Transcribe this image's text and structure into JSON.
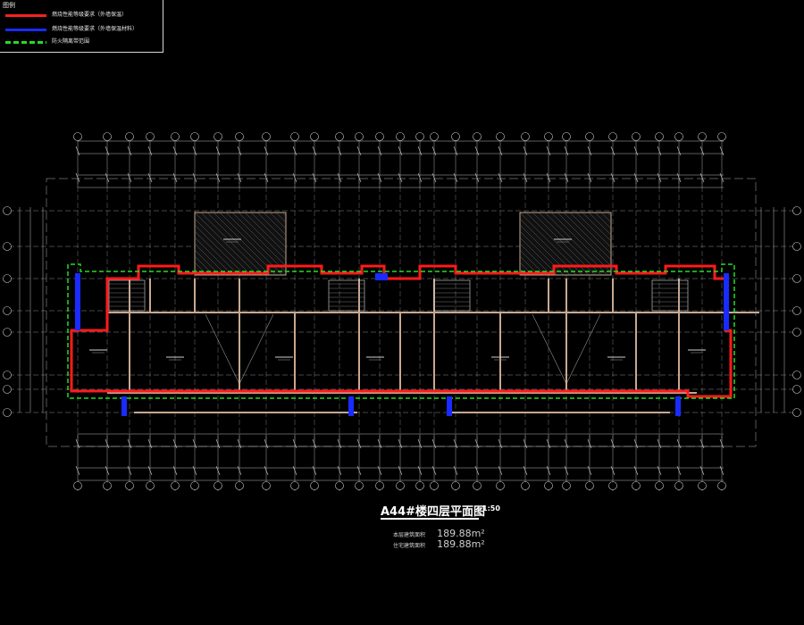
{
  "legend": {
    "title": "图例",
    "items": [
      {
        "text": "燃烧性能等级要求（外墙保温）",
        "color": "#ff2020"
      },
      {
        "text": "燃烧性能等级要求（外墙保温材料）",
        "color": "#1a2bff"
      },
      {
        "text": "防火隔离带范围",
        "color": "#22dd22"
      }
    ]
  },
  "drawing": {
    "title": "A44#楼四层平面图",
    "scale": "1:50",
    "areas": [
      {
        "label": "本层建筑面积",
        "value": "189.88m²"
      },
      {
        "label": "住宅建筑面积",
        "value": "189.88m²"
      }
    ]
  },
  "colors": {
    "background": "#000000",
    "wall": "#c8a890",
    "grid": "#b0b0b0",
    "dim": "#d0d0d0",
    "red_outline": "#ff1a1a",
    "blue_outline": "#1a2bff",
    "green_outline": "#22dd22"
  }
}
